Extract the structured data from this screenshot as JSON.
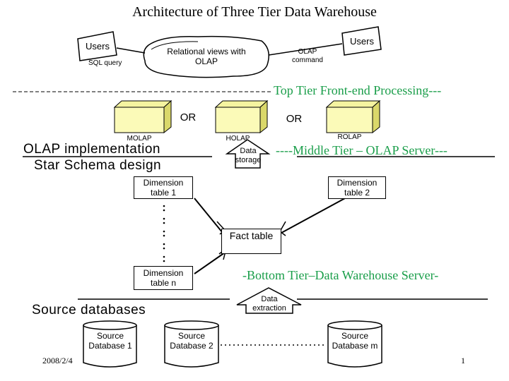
{
  "title": "Architecture of Three Tier Data Warehouse",
  "top_tier": {
    "users_left": "Users",
    "users_right": "Users",
    "cloud_label": "Relational views with OLAP",
    "sql_query": "SQL query",
    "olap_command": "OLAP command",
    "heading": "Top Tier Front-end Processing---"
  },
  "middle_tier": {
    "cube_labels": [
      "MOLAP",
      "HOLAP",
      "ROLAP"
    ],
    "or_label": "OR",
    "olap_impl": "OLAP implementation",
    "star_schema": "Star Schema design",
    "data_storage": "Data storage",
    "heading": "----Middle Tier – OLAP Server---",
    "dimension_1": "Dimension table 1",
    "dimension_2": "Dimension table 2",
    "dimension_n": "Dimension table n",
    "fact_table": "Fact table"
  },
  "bottom_tier": {
    "heading": "-Bottom Tier–Data Warehouse Server-",
    "data_extraction": "Data extraction",
    "source_databases": "Source databases",
    "db_1": "Source Database 1",
    "db_2": "Source Database 2",
    "db_m": "Source Database m"
  },
  "footer": {
    "date": "2008/2/4",
    "page": "1"
  },
  "colors": {
    "heading_green": "#1a9e4a"
  }
}
